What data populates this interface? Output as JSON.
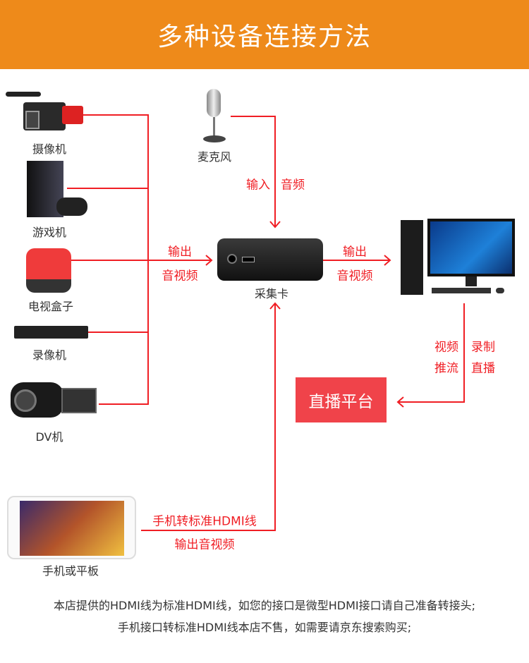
{
  "header": {
    "title": "多种设备连接方法"
  },
  "devices": {
    "camcorder": "摄像机",
    "console": "游戏机",
    "tvbox": "电视盒子",
    "dvr": "录像机",
    "dv": "DV机",
    "mic": "麦克风",
    "capture": "采集卡",
    "phone": "手机或平板"
  },
  "labels": {
    "out1": "输出",
    "av1": "音视频",
    "in": "输入",
    "audio": "音频",
    "out2": "输出",
    "av2": "音视频",
    "video": "视频",
    "record": "录制",
    "push": "推流",
    "live": "直播",
    "phone_cable": "手机转标准HDMI线",
    "phone_out": "输出音视频"
  },
  "platform": "直播平台",
  "footer": [
    "本店提供的HDMI线为标准HDMI线，如您的接口是微型HDMI接口请自己准备转接头;",
    "手机接口转标准HDMI线本店不售，如需要请京东搜索购买;"
  ],
  "colors": {
    "header": "#EE8A1A",
    "line": "#F01E24",
    "platform": "#F0434A"
  }
}
